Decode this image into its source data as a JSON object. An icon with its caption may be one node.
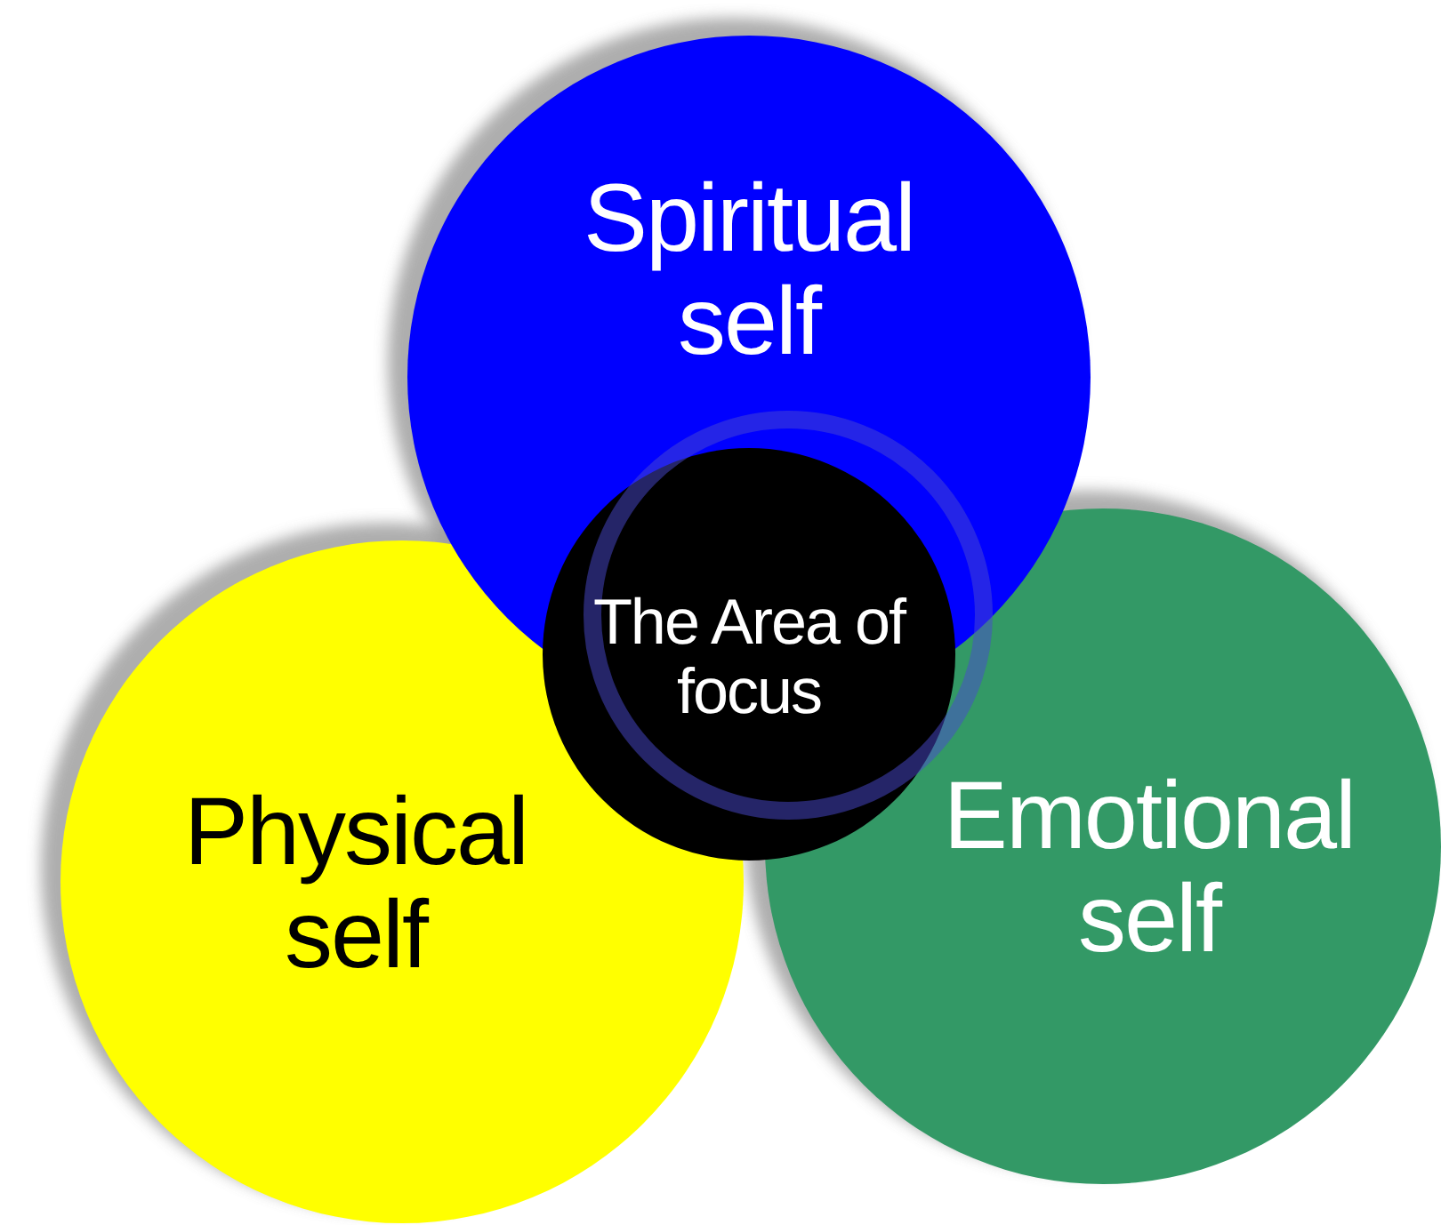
{
  "diagram": {
    "nodes": [
      {
        "text": [
          "Spiritual self"
        ]
      },
      {
        "text": [
          "The Area of focus"
        ]
      },
      {
        "text": [
          "Physical self"
        ]
      },
      {
        "text": [
          "Emotional self"
        ]
      }
    ]
  }
}
